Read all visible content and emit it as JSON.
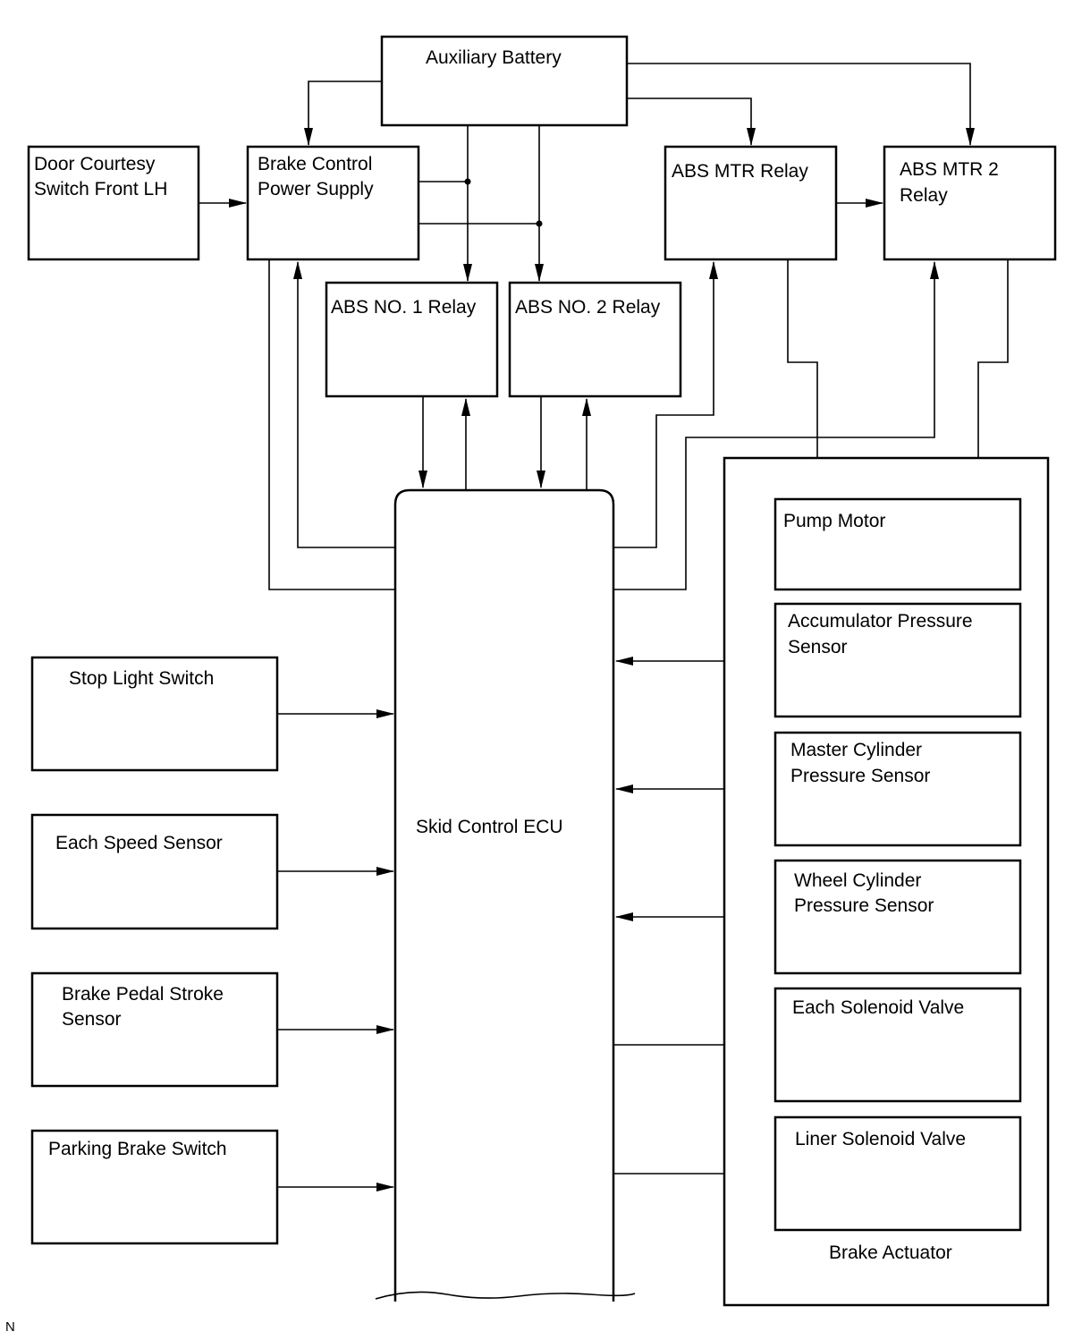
{
  "components": {
    "auxiliary_battery": "Auxiliary Battery",
    "door_courtesy_switch": [
      "Door Courtesy",
      "Switch Front LH"
    ],
    "brake_control_power_supply": [
      "Brake Control",
      "Power Supply"
    ],
    "abs_mtr_relay": "ABS MTR Relay",
    "abs_mtr_2_relay": [
      "ABS MTR 2",
      "Relay"
    ],
    "abs_no1_relay": "ABS NO. 1 Relay",
    "abs_no2_relay": "ABS NO. 2 Relay",
    "skid_control_ecu": "Skid Control ECU",
    "stop_light_switch": "Stop Light Switch",
    "each_speed_sensor": "Each Speed Sensor",
    "brake_pedal_stroke_sensor": [
      "Brake Pedal Stroke",
      "Sensor"
    ],
    "parking_brake_switch": "Parking Brake Switch",
    "pump_motor": "Pump Motor",
    "accumulator_pressure_sensor": [
      "Accumulator Pressure",
      "Sensor"
    ],
    "master_cylinder_pressure_sensor": [
      "Master Cylinder",
      "Pressure Sensor"
    ],
    "wheel_cylinder_pressure_sensor": [
      "Wheel Cylinder",
      "Pressure Sensor"
    ],
    "each_solenoid_valve": "Each Solenoid Valve",
    "liner_solenoid_valve": "Liner Solenoid Valve",
    "brake_actuator": "Brake Actuator"
  },
  "figure_code": "N"
}
